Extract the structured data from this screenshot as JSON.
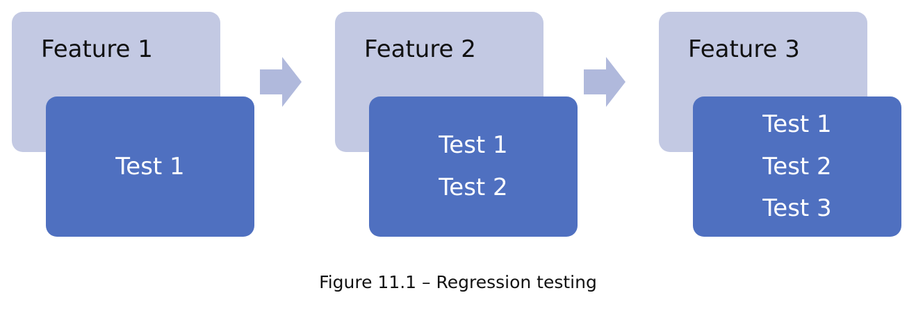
{
  "features": [
    {
      "title": "Feature 1",
      "tests": [
        "Test 1"
      ]
    },
    {
      "title": "Feature 2",
      "tests": [
        "Test 1",
        "Test 2"
      ]
    },
    {
      "title": "Feature 3",
      "tests": [
        "Test 1",
        "Test 2",
        "Test 3"
      ]
    }
  ],
  "caption": "Figure 11.1 – Regression testing",
  "colors": {
    "feature_fill": "#c3c9e3",
    "test_fill": "#4f70c0",
    "arrow_fill": "#b0b9dc"
  }
}
